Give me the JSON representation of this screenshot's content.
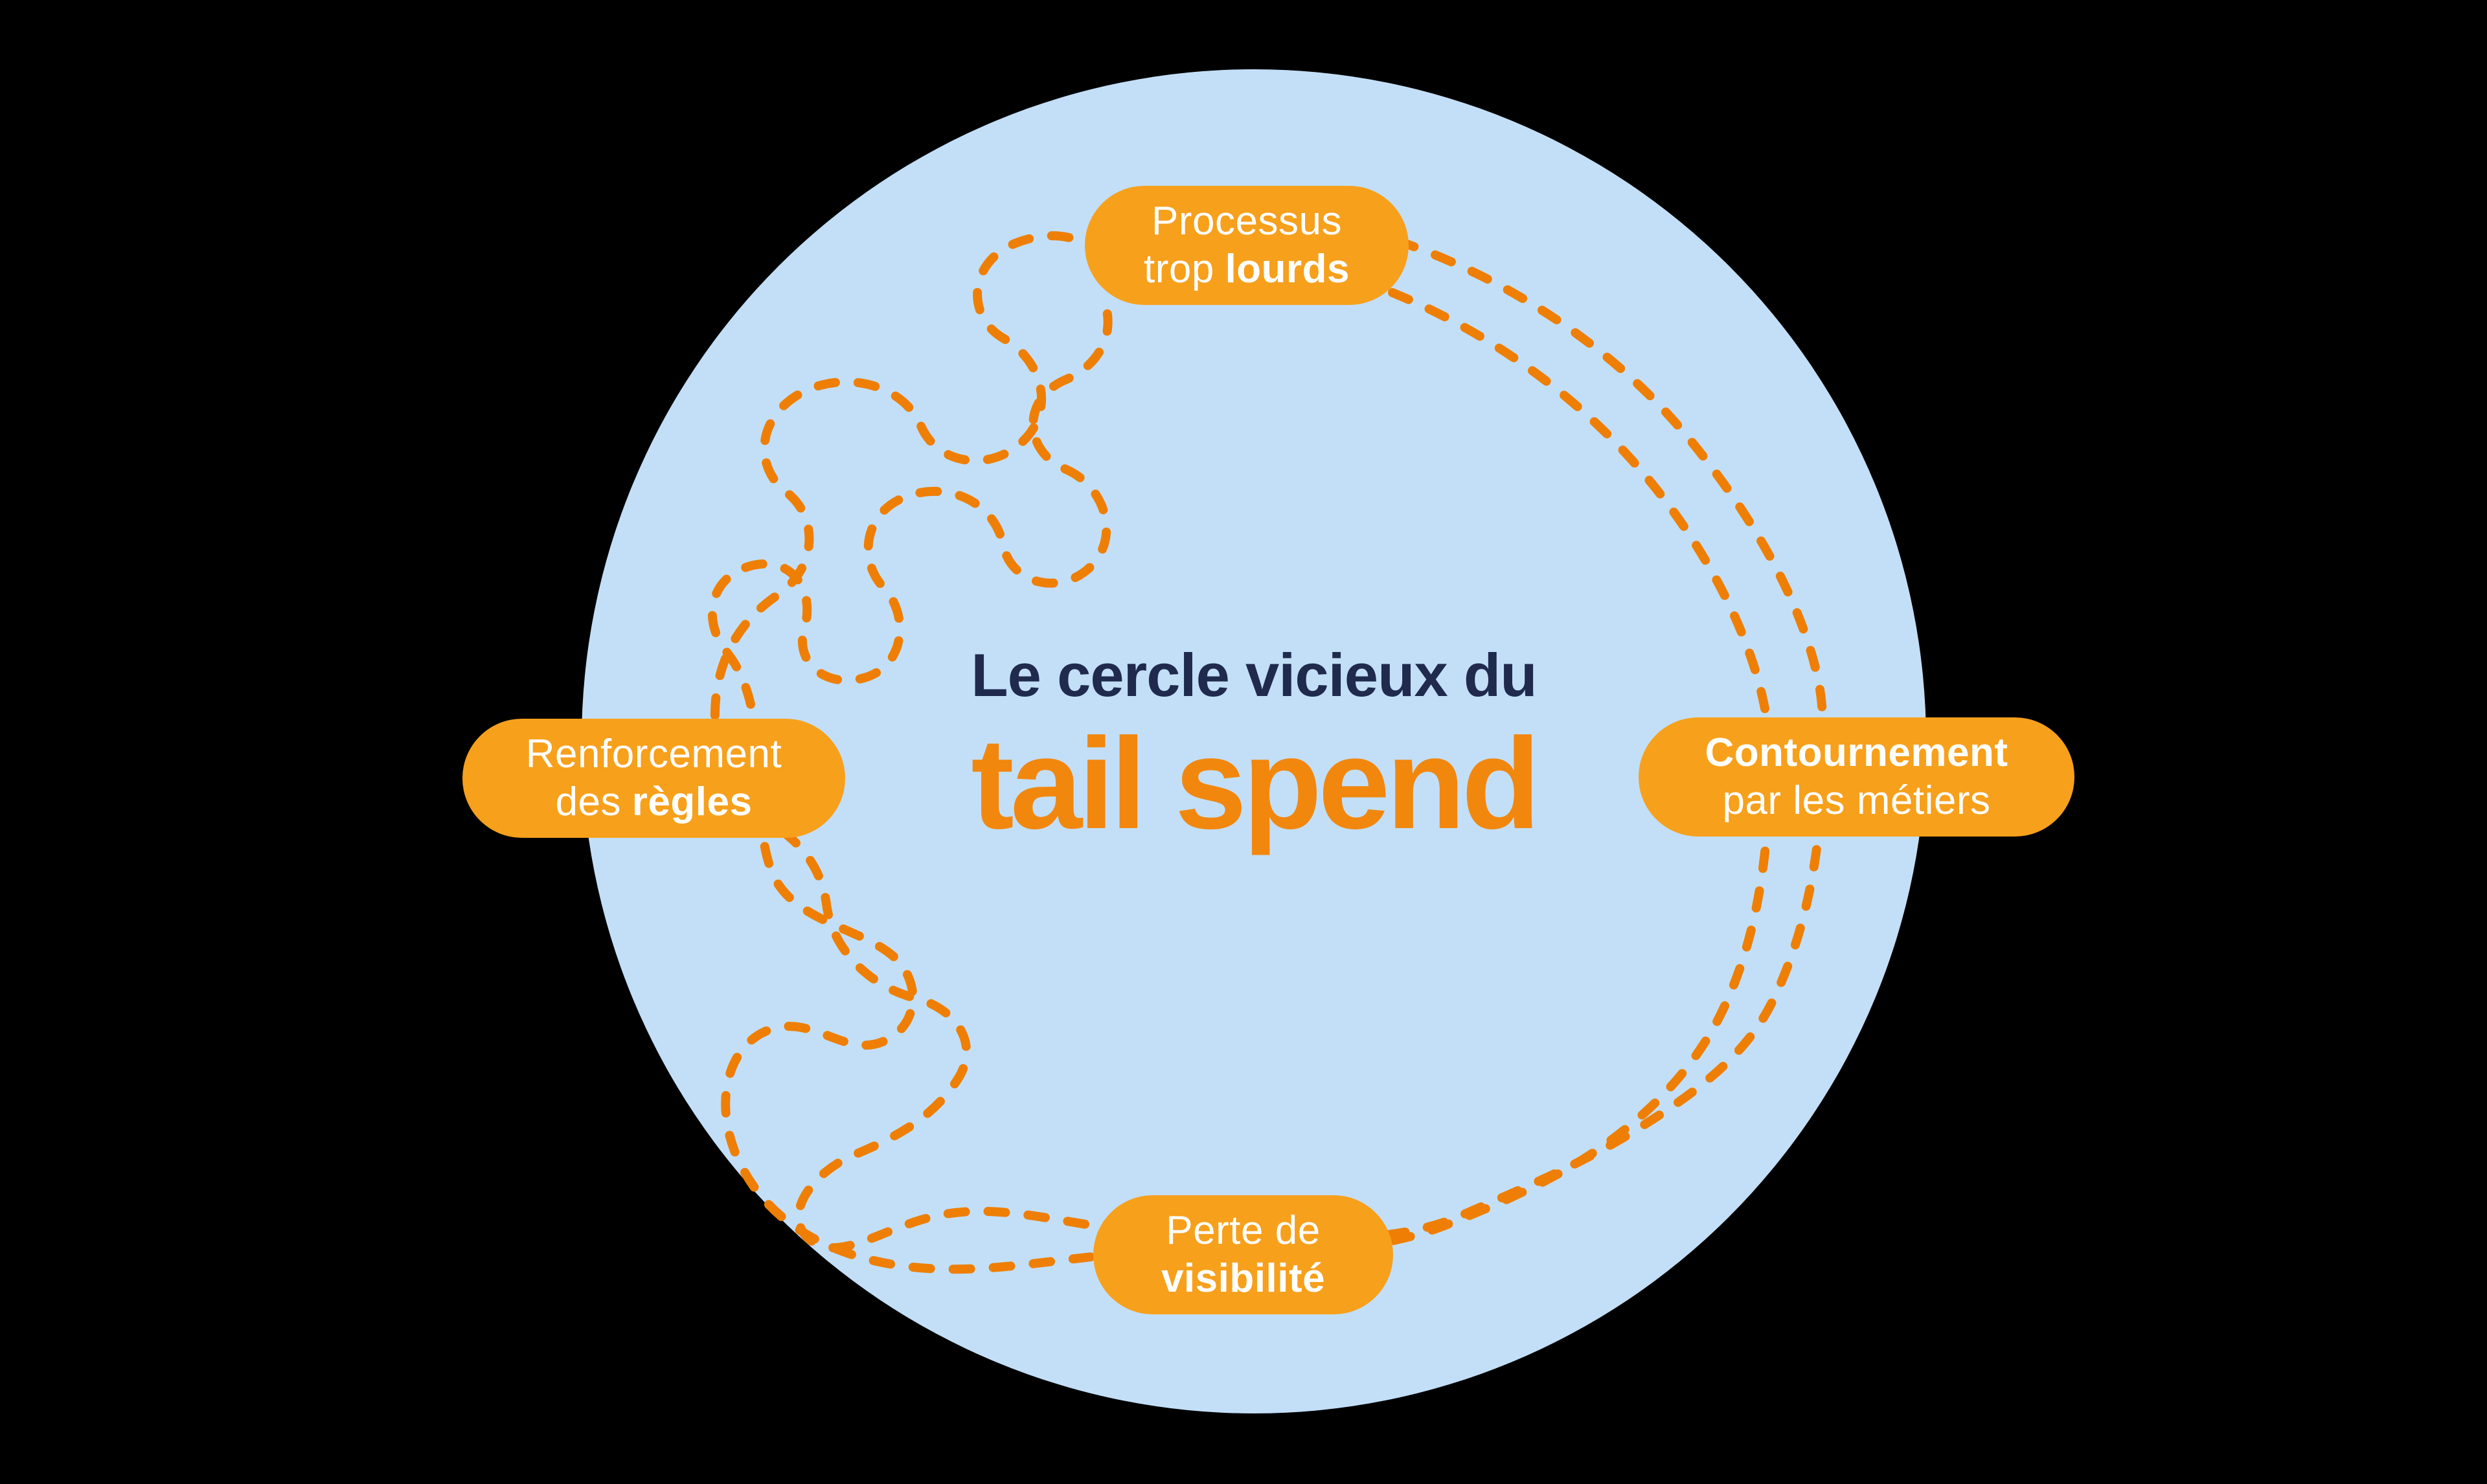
{
  "title": {
    "line1": "Le cercle vicieux du",
    "line2": "tail spend"
  },
  "nodes": {
    "top": {
      "line1": "Processus",
      "line2_regular": "trop",
      "line2_bold": "lourds"
    },
    "right": {
      "line1_bold": "Contournement",
      "line2": "par les métiers"
    },
    "left": {
      "line1": "Renforcement",
      "line2_regular": "des",
      "line2_bold": "règles"
    },
    "bottom": {
      "line1": "Perte de",
      "line2_bold": "visibilité"
    }
  },
  "colors": {
    "background": "#000000",
    "circle_fill": "#C3DFF8",
    "pill_fill": "#F7A01C",
    "pill_text": "#FFFFFF",
    "dashed_line": "#EE7F04",
    "title_primary": "#1F2A4C",
    "title_accent": "#F2870E"
  }
}
